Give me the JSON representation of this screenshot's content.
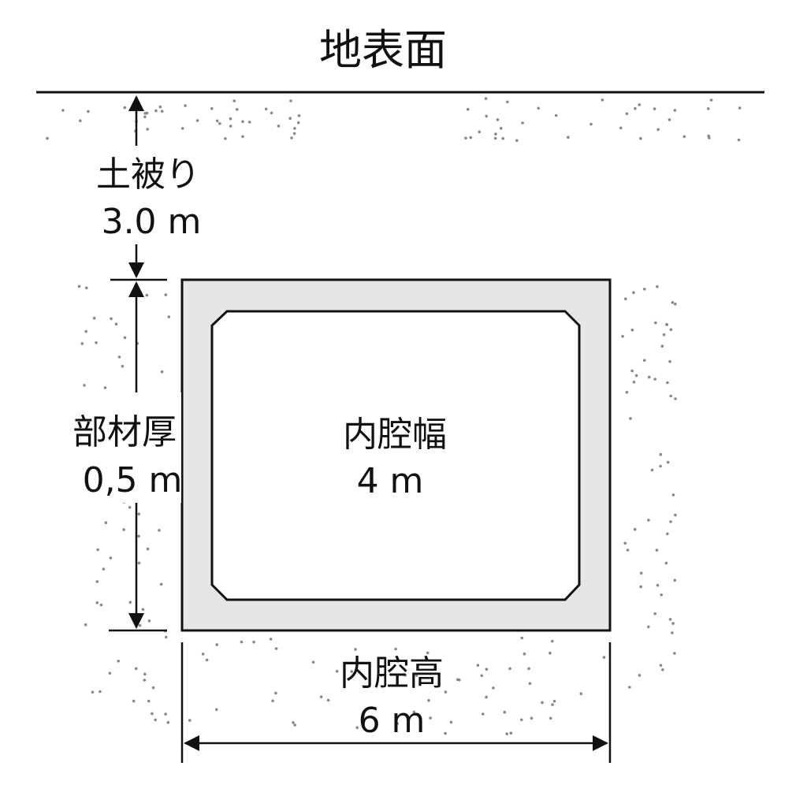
{
  "ground_surface": {
    "label": "地表面"
  },
  "cover": {
    "label": "土被り",
    "value": "3.0 m"
  },
  "member_thickness": {
    "label": "部材厚",
    "value": "0,5 m"
  },
  "inner_width": {
    "label": "内腔幅",
    "value": "4 m"
  },
  "inner_height": {
    "label": "内腔高",
    "value": "6 m"
  },
  "colors": {
    "line": "#111111",
    "concrete": "#e6e6e6",
    "soil_dot": "#888888",
    "background": "#ffffff"
  }
}
